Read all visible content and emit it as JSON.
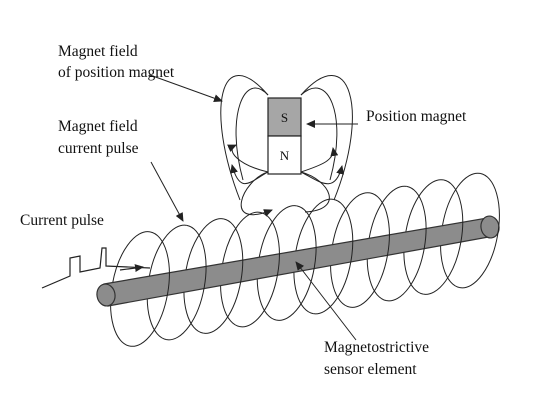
{
  "labels": {
    "field_position_magnet": [
      "Magnet field",
      "of position magnet"
    ],
    "position_magnet": "Position magnet",
    "field_current_pulse": [
      "Magnet field",
      "current pulse"
    ],
    "current_pulse": "Current pulse",
    "sensor_element": [
      "Magnetostrictive",
      "sensor element"
    ]
  },
  "magnet": {
    "south": "S",
    "north": "N"
  },
  "colors": {
    "rod": "#8c8c8c",
    "rod_outline": "#333333",
    "magnet_south": "#a6a6a6",
    "magnet_north": "#ffffff",
    "line": "#222222"
  }
}
